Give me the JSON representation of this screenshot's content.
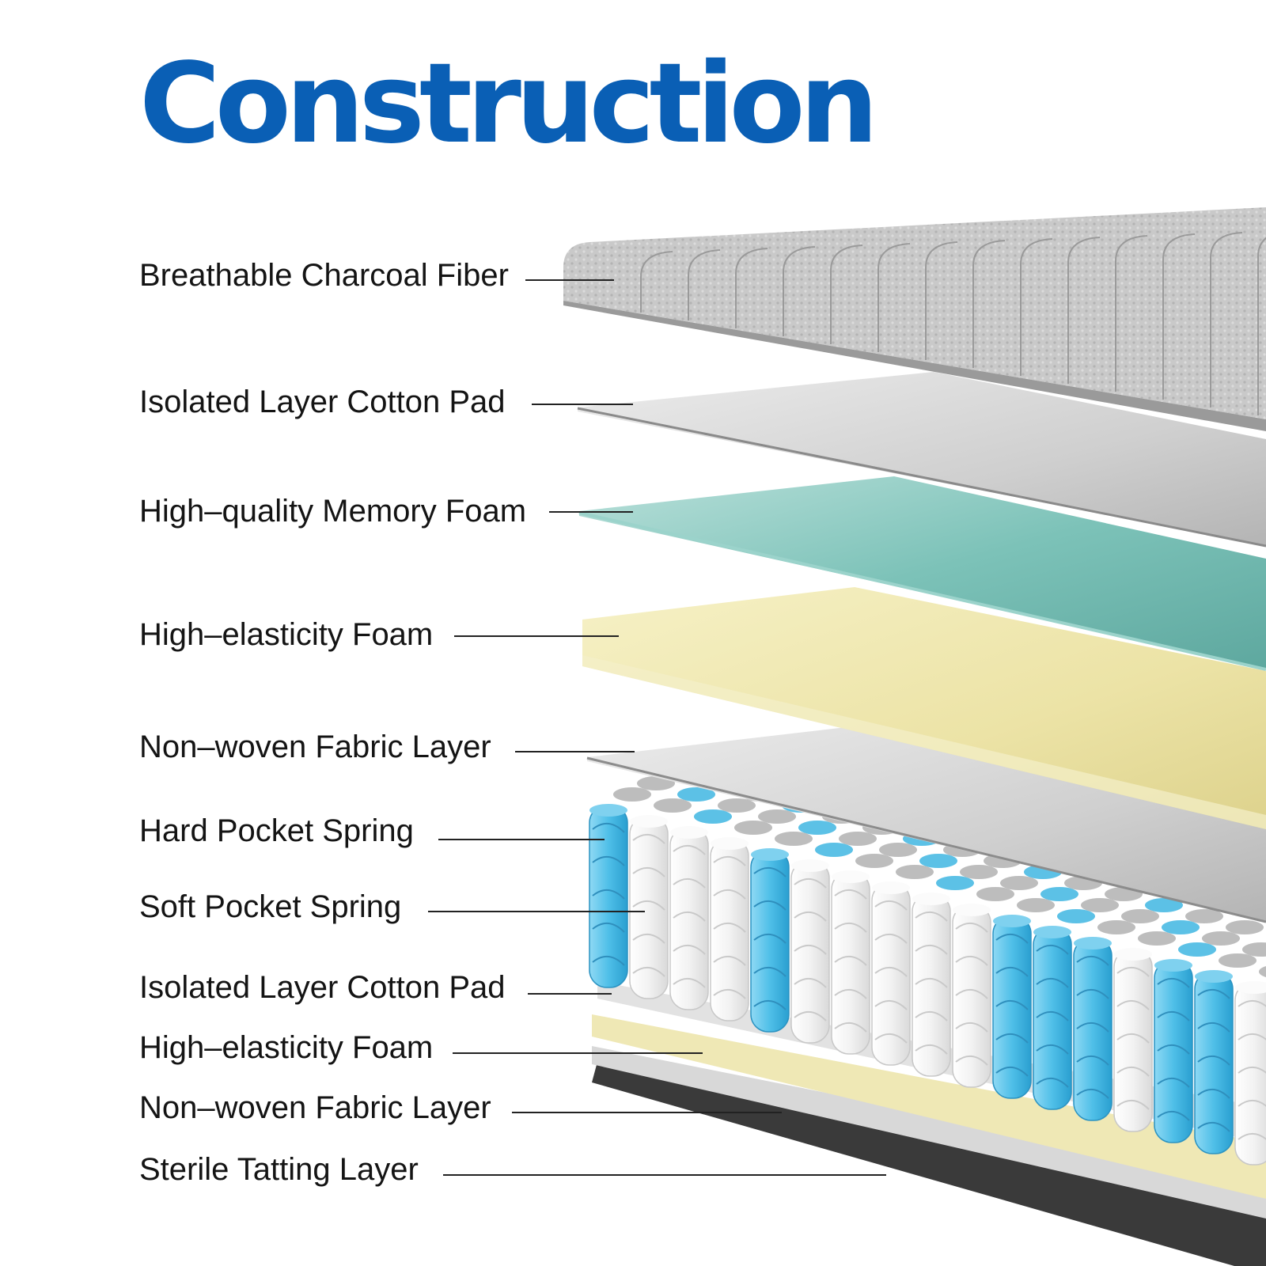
{
  "title": "Construction",
  "colors": {
    "title": "#0a5fb5",
    "charcoal_fiber": "#c7c7c7",
    "cotton_pad": "#d2d2d2",
    "memory_foam": "#86c9c0",
    "elastic_foam": "#f1ebb8",
    "fabric_layer": "#d6d6d6",
    "spring_blue": "#58c3ea",
    "spring_white": "#f4f4f4"
  },
  "layers": [
    {
      "label": "Breathable Charcoal Fiber",
      "icon": "charcoal-fiber-layer"
    },
    {
      "label": "Isolated Layer Cotton Pad",
      "icon": "cotton-pad-layer"
    },
    {
      "label": "High–quality Memory Foam",
      "icon": "memory-foam-layer"
    },
    {
      "label": "High–elasticity Foam",
      "icon": "elastic-foam-layer"
    },
    {
      "label": "Non–woven Fabric Layer",
      "icon": "fabric-layer"
    },
    {
      "label": "Hard Pocket Spring",
      "icon": "hard-spring"
    },
    {
      "label": "Soft Pocket Spring",
      "icon": "soft-spring"
    },
    {
      "label": "Isolated Layer Cotton Pad",
      "icon": "cotton-pad-layer"
    },
    {
      "label": "High–elasticity Foam",
      "icon": "elastic-foam-layer"
    },
    {
      "label": "Non–woven Fabric Layer",
      "icon": "fabric-layer"
    },
    {
      "label": "Sterile Tatting Layer",
      "icon": "tatting-layer"
    }
  ]
}
